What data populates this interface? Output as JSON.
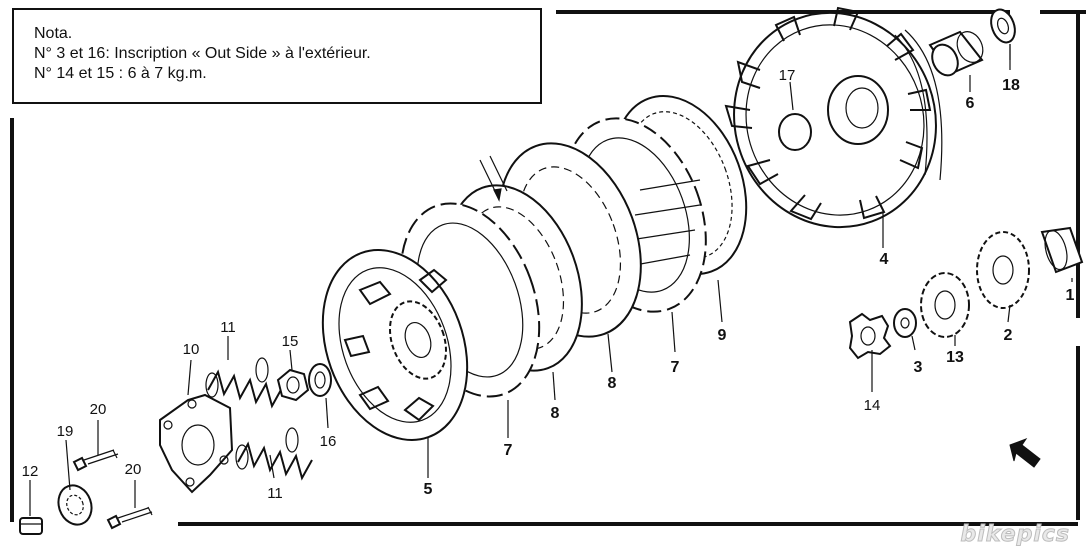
{
  "note": {
    "title": "Nota.",
    "line1": "N° 3 et 16: Inscription « Out Side » à l'extérieur.",
    "line2": "N° 14 et 15 : 6 à 7 kg.m."
  },
  "parts": {
    "p1": "1",
    "p2": "2",
    "p3": "3",
    "p4": "4",
    "p5": "5",
    "p6": "6",
    "p7a": "7",
    "p7b": "7",
    "p8a": "8",
    "p8b": "8",
    "p9": "9",
    "p10": "10",
    "p11a": "11",
    "p11b": "11",
    "p12": "12",
    "p13": "13",
    "p14": "14",
    "p15": "15",
    "p16": "16",
    "p17": "17",
    "p18": "18",
    "p19": "19",
    "p20a": "20",
    "p20b": "20"
  },
  "watermark": "bikepics"
}
